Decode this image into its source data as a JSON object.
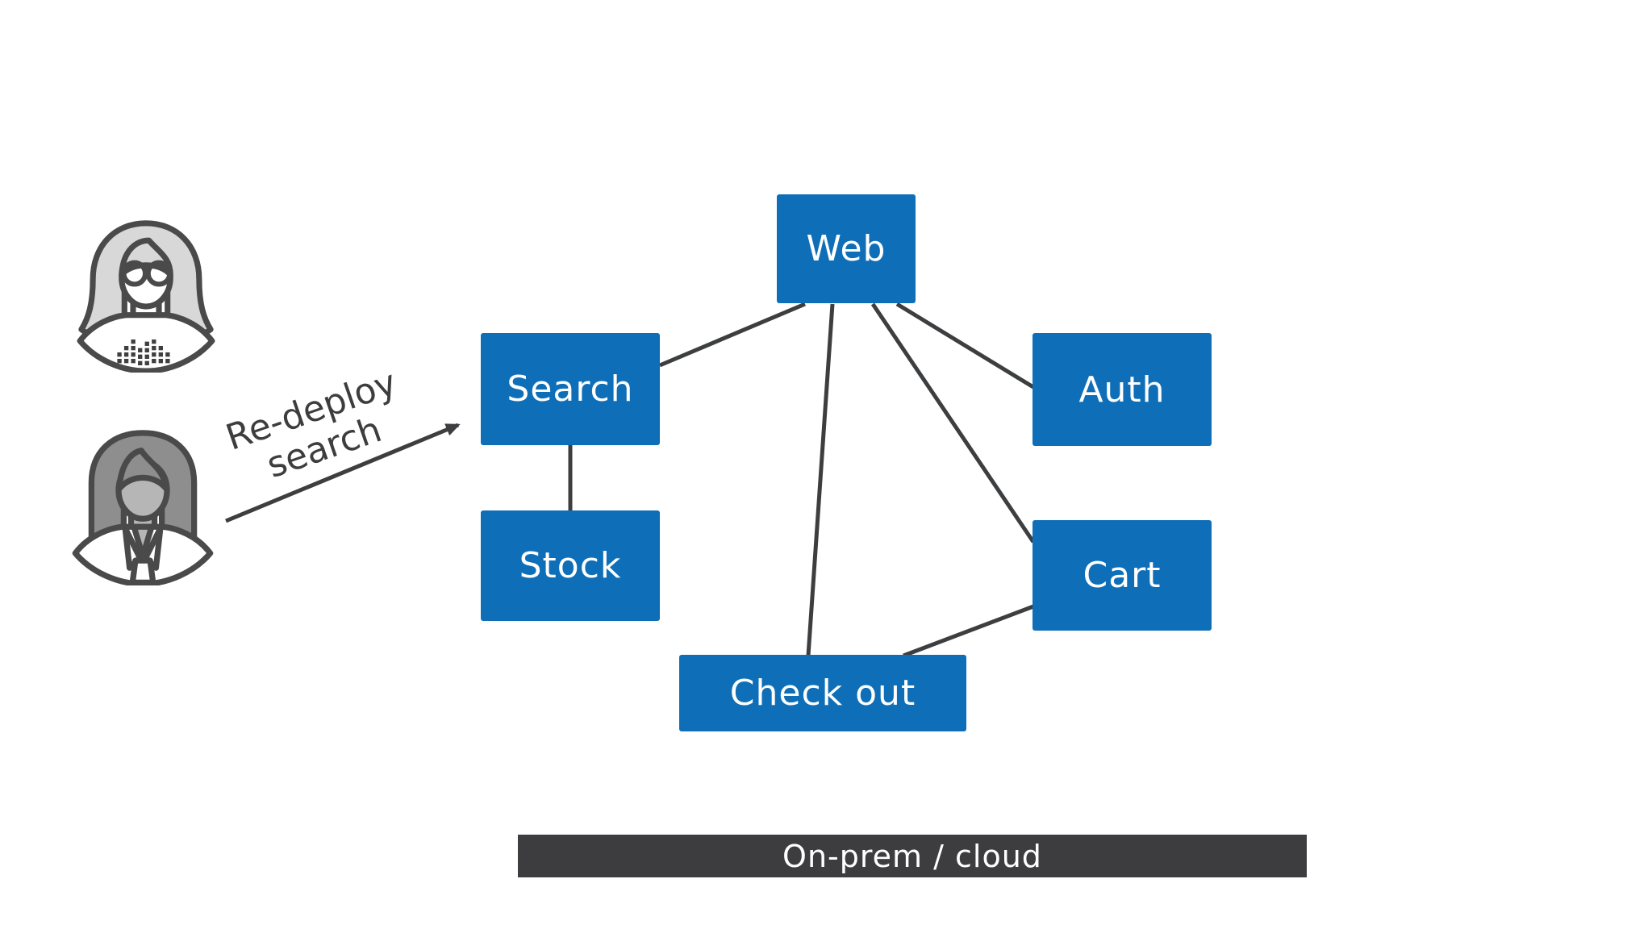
{
  "nodes": [
    {
      "id": "web",
      "label": "Web"
    },
    {
      "id": "search",
      "label": "Search"
    },
    {
      "id": "stock",
      "label": "Stock"
    },
    {
      "id": "auth",
      "label": "Auth"
    },
    {
      "id": "cart",
      "label": "Cart"
    },
    {
      "id": "checkout",
      "label": "Check out"
    }
  ],
  "edges": [
    {
      "from": "web",
      "to": "search"
    },
    {
      "from": "web",
      "to": "checkout"
    },
    {
      "from": "web",
      "to": "cart"
    },
    {
      "from": "web",
      "to": "auth"
    },
    {
      "from": "checkout",
      "to": "cart"
    },
    {
      "from": "search",
      "to": "stock"
    }
  ],
  "annotation": {
    "label": "Re-deploy search",
    "line1": "Re-deploy",
    "line2": "search",
    "arrow_from": "actor-2",
    "arrow_to": "search"
  },
  "banner": {
    "label": "On-prem / cloud"
  },
  "actors": [
    {
      "icon": "woman-with-glasses-icon"
    },
    {
      "icon": "woman-icon"
    }
  ],
  "colors": {
    "node-fill": "#0e6fb8",
    "node-text": "#ffffff",
    "edge": "#3d3e40",
    "banner-bg": "#3d3d3f",
    "banner-text": "#ffffff",
    "annotation-text": "#3d3d3d",
    "icon-outline": "#4a4a4a",
    "hair-light": "#d8d8d8",
    "hair-dark": "#8e8e8e",
    "skin-gray": "#b6b6b6"
  }
}
